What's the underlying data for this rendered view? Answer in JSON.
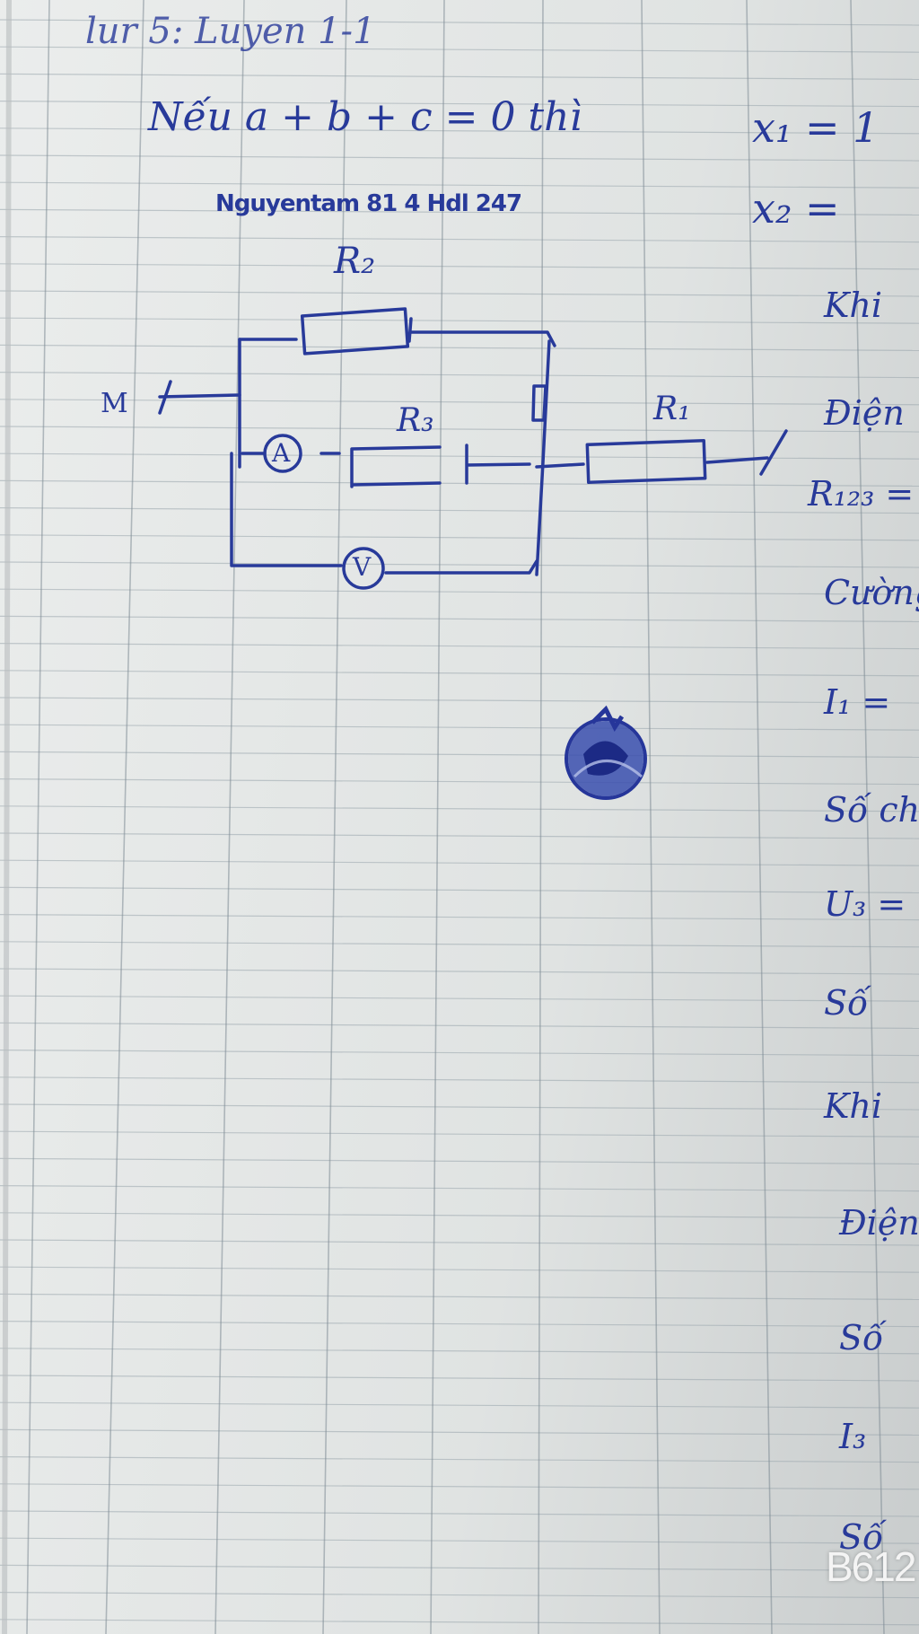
{
  "header": {
    "title": "lur 5: Luyen 1-1",
    "rule_line": "Nếu a + b + c = 0 thì",
    "x1": "x₁ = 1",
    "x2": "x₂ ="
  },
  "credit": "Nguyentam 81 4 Hdl 247",
  "circuit": {
    "node_m": "M",
    "r1": "R₁",
    "r2": "R₂",
    "r3": "R₃",
    "ammeter": "A",
    "voltmeter": "V"
  },
  "right_column": [
    "Khi",
    "Điện",
    "R₁₂₃ =",
    "Cường",
    "I₁ =",
    "Số ch",
    "U₃ =",
    "Số",
    "Khi",
    "Điện",
    "Số",
    "I₃",
    "Số"
  ],
  "ink_color": "#283a9a",
  "watermark": "B612"
}
